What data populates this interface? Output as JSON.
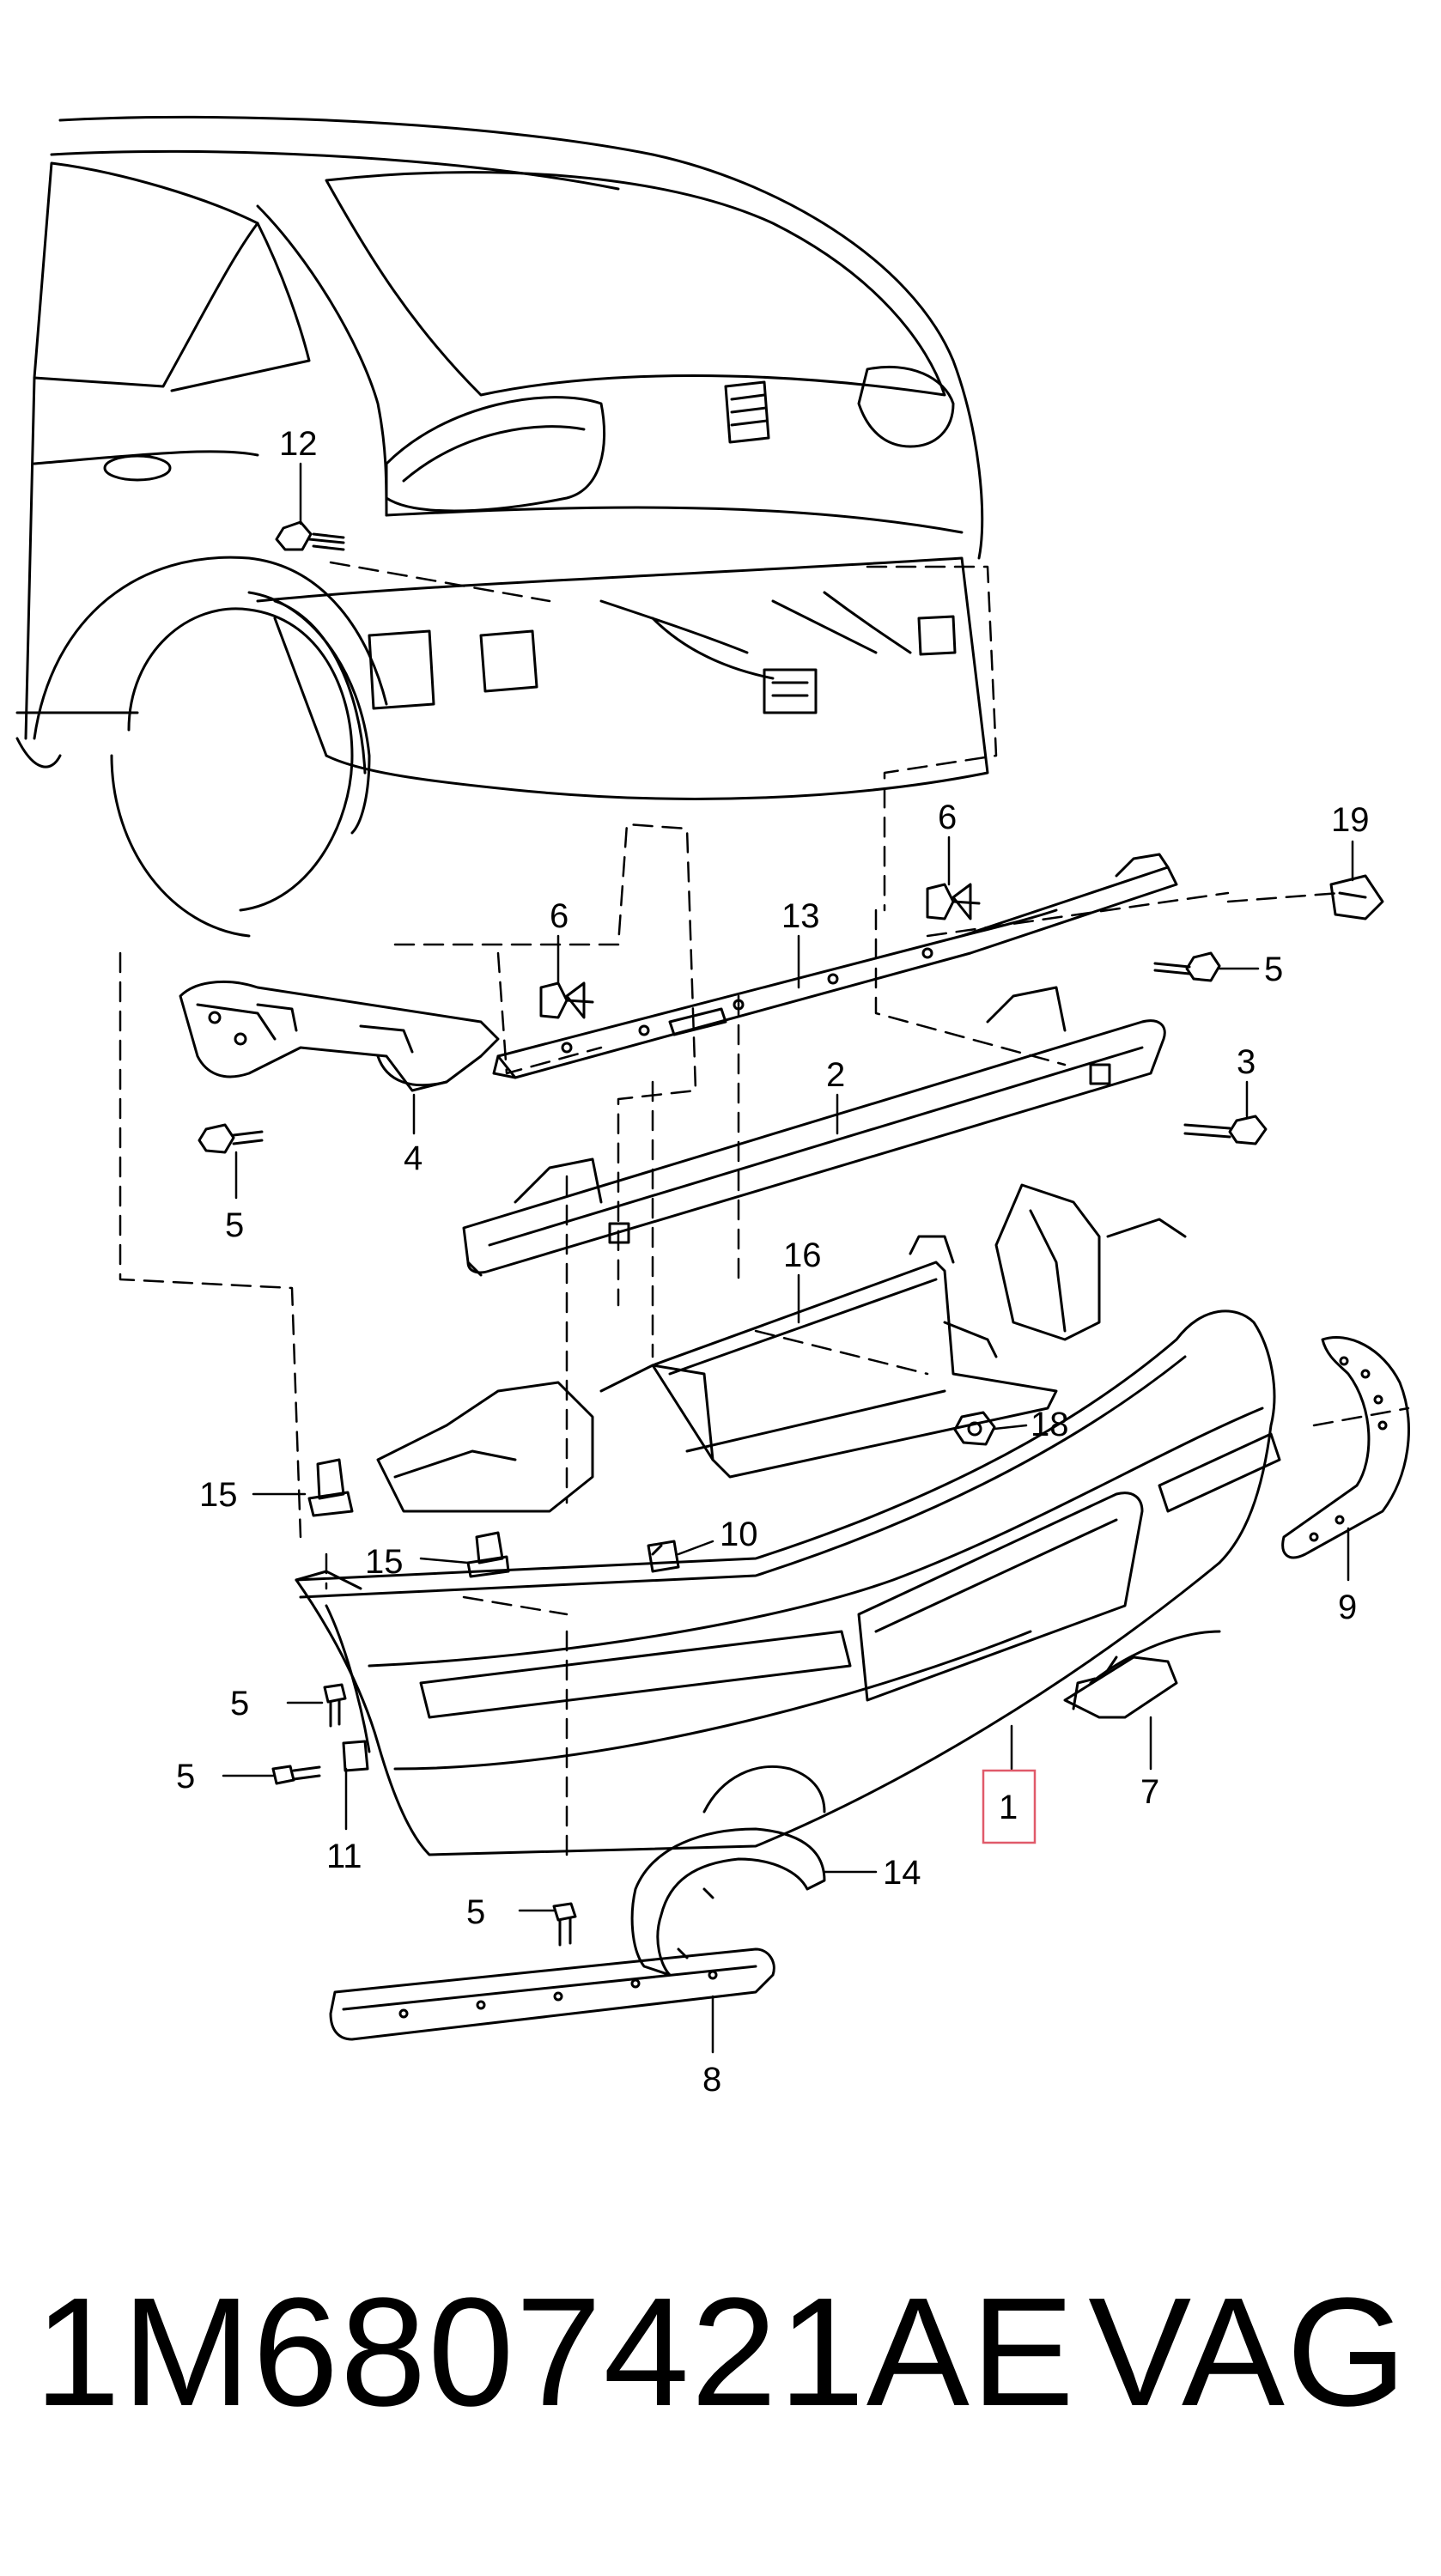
{
  "diagram": {
    "callouts": [
      {
        "id": "c12a",
        "label": "12"
      },
      {
        "id": "c6a",
        "label": "6"
      },
      {
        "id": "c19",
        "label": "19"
      },
      {
        "id": "c6b",
        "label": "6"
      },
      {
        "id": "c13",
        "label": "13"
      },
      {
        "id": "c5a",
        "label": "5"
      },
      {
        "id": "c3",
        "label": "3"
      },
      {
        "id": "c2",
        "label": "2"
      },
      {
        "id": "c4",
        "label": "4"
      },
      {
        "id": "c5b",
        "label": "5"
      },
      {
        "id": "c16",
        "label": "16"
      },
      {
        "id": "c18",
        "label": "18"
      },
      {
        "id": "c15a",
        "label": "15"
      },
      {
        "id": "c10",
        "label": "10"
      },
      {
        "id": "c15b",
        "label": "15"
      },
      {
        "id": "c9",
        "label": "9"
      },
      {
        "id": "c5c",
        "label": "5"
      },
      {
        "id": "c5d",
        "label": "5"
      },
      {
        "id": "c1",
        "label": "1"
      },
      {
        "id": "c7",
        "label": "7"
      },
      {
        "id": "c11",
        "label": "11"
      },
      {
        "id": "c14",
        "label": "14"
      },
      {
        "id": "c5e",
        "label": "5"
      },
      {
        "id": "c8",
        "label": "8"
      }
    ],
    "highlight_color": "#e05a6a"
  },
  "caption": {
    "part_number": "1M6807421AE",
    "brand": "VAG"
  }
}
